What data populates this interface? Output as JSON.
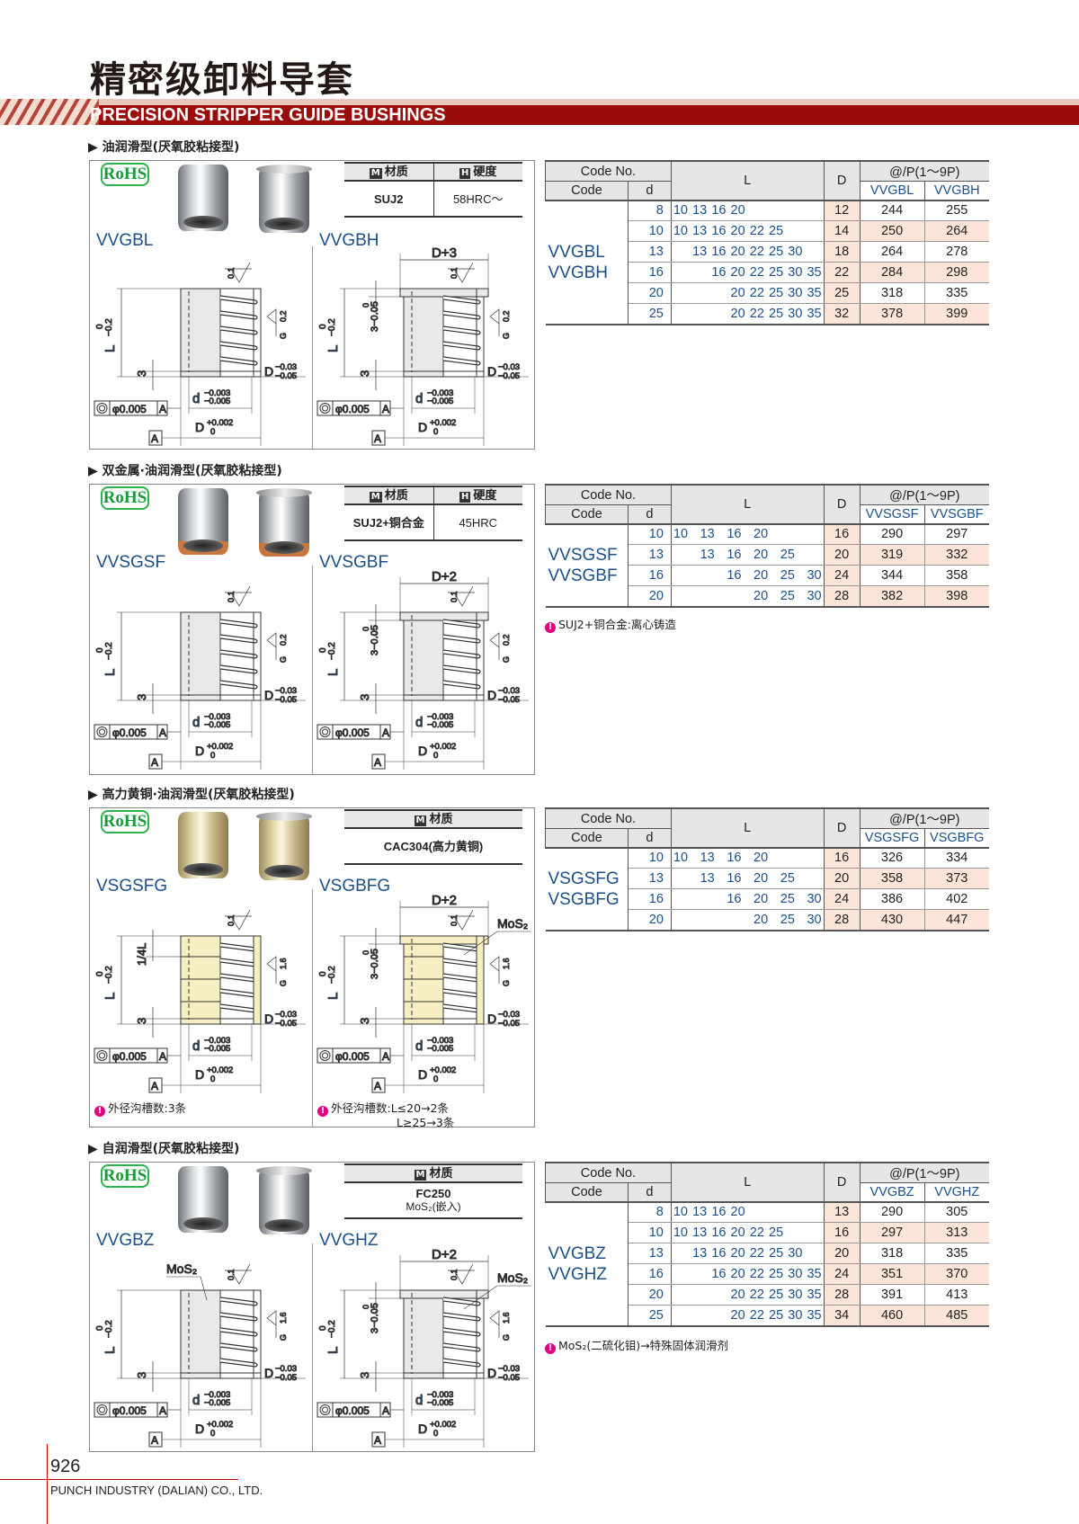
{
  "page": {
    "title_cn": "精密级卸料导套",
    "title_en": "PRECISION STRIPPER GUIDE BUSHINGS",
    "page_number": "926",
    "company": "PUNCH INDUSTRY (DALIAN) CO., LTD."
  },
  "colors": {
    "brand_red": "#9b0c0c",
    "model_blue": "#1c4f87",
    "highlight": "#fbe5d8",
    "rohs_green": "#2bb24c"
  },
  "labels": {
    "rohs": "RoHS",
    "m_tag": "M",
    "h_tag": "H",
    "top_rough": "0.1",
    "g": "G",
    "D": "D",
    "D_tol_u": "−0.03",
    "D_tol_l": "−0.05",
    "d": "d",
    "d_tol_u": "−0.003",
    "d_tol_l": "−0.005",
    "D_bot_u": "+0.002",
    "D_bot_l": "0",
    "conc_value": "φ0.005",
    "datum": "A",
    "L": "L",
    "L_tol_u": "0",
    "L_tol_l": "−0.2",
    "three": "3",
    "flange": "3−0.05",
    "flange_tol": "0",
    "quarter": "1/4L",
    "mos2": "MoS₂"
  },
  "table_headers": {
    "code_no": "Code No.",
    "code": "Code",
    "d": "d",
    "L": "L",
    "D": "D",
    "price": "@/P(1～9P)"
  },
  "sections": [
    {
      "heading": "油润滑型(厌氧胶粘接型)",
      "material": {
        "headers": [
          "材质",
          "硬度"
        ],
        "values": [
          [
            "SUJ2"
          ],
          [
            "58HRC～"
          ]
        ]
      },
      "left": {
        "model": "VVGBL",
        "side_rough": "0.2"
      },
      "right": {
        "model": "VVGBH",
        "top_dim": "D+3",
        "side_rough": "0.2"
      },
      "table": {
        "models": [
          "VVGBL",
          "VVGBH"
        ],
        "rows": [
          {
            "d": "8",
            "L": [
              "10",
              "13",
              "16",
              "20"
            ],
            "D": "12",
            "p": [
              "244",
              "255"
            ]
          },
          {
            "d": "10",
            "L": [
              "10",
              "13",
              "16",
              "20",
              "22",
              "25"
            ],
            "D": "14",
            "p": [
              "250",
              "264"
            ]
          },
          {
            "d": "13",
            "L": [
              "13",
              "16",
              "20",
              "22",
              "25",
              "30"
            ],
            "D": "18",
            "p": [
              "264",
              "278"
            ]
          },
          {
            "d": "16",
            "L": [
              "16",
              "20",
              "22",
              "25",
              "30",
              "35"
            ],
            "D": "22",
            "p": [
              "284",
              "298"
            ]
          },
          {
            "d": "20",
            "L": [
              "20",
              "22",
              "25",
              "30",
              "35"
            ],
            "D": "25",
            "p": [
              "318",
              "335"
            ]
          },
          {
            "d": "25",
            "L": [
              "20",
              "22",
              "25",
              "30",
              "35"
            ],
            "D": "32",
            "p": [
              "378",
              "399"
            ]
          }
        ]
      }
    },
    {
      "heading": "双金属·油润滑型(厌氧胶粘接型)",
      "material": {
        "headers": [
          "材质",
          "硬度"
        ],
        "values": [
          [
            "SUJ2+铜合金"
          ],
          [
            "45HRC"
          ]
        ]
      },
      "left": {
        "model": "VVSGSF",
        "side_rough": "0.2"
      },
      "right": {
        "model": "VVSGBF",
        "top_dim": "D+2",
        "side_rough": "0.2"
      },
      "table": {
        "models": [
          "VVSGSF",
          "VVSGBF"
        ],
        "rows": [
          {
            "d": "10",
            "L": [
              "10",
              "13",
              "16",
              "20"
            ],
            "D": "16",
            "p": [
              "290",
              "297"
            ]
          },
          {
            "d": "13",
            "L": [
              "13",
              "16",
              "20",
              "25"
            ],
            "D": "20",
            "p": [
              "319",
              "332"
            ]
          },
          {
            "d": "16",
            "L": [
              "16",
              "20",
              "25",
              "30"
            ],
            "D": "24",
            "p": [
              "344",
              "358"
            ]
          },
          {
            "d": "20",
            "L": [
              "20",
              "25",
              "30"
            ],
            "D": "28",
            "p": [
              "382",
              "398"
            ]
          }
        ],
        "note": "SUJ2+铜合金:离心铸造"
      }
    },
    {
      "heading": "高力黄铜·油润滑型(厌氧胶粘接型)",
      "material": {
        "headers": [
          "材质"
        ],
        "values": [
          [
            "CAC304(高力黄铜)"
          ]
        ]
      },
      "left": {
        "model": "VSGSFG",
        "side_rough": "1.6",
        "note": "外径沟槽数:3条"
      },
      "right": {
        "model": "VSGBFG",
        "top_dim": "D+2",
        "side_rough": "1.6",
        "note": "外径沟槽数:L≤20→2条",
        "note2": "L≥25→3条"
      },
      "table": {
        "models": [
          "VSGSFG",
          "VSGBFG"
        ],
        "rows": [
          {
            "d": "10",
            "L": [
              "10",
              "13",
              "16",
              "20"
            ],
            "D": "16",
            "p": [
              "326",
              "334"
            ]
          },
          {
            "d": "13",
            "L": [
              "13",
              "16",
              "20",
              "25"
            ],
            "D": "20",
            "p": [
              "358",
              "373"
            ]
          },
          {
            "d": "16",
            "L": [
              "16",
              "20",
              "25",
              "30"
            ],
            "D": "24",
            "p": [
              "386",
              "402"
            ]
          },
          {
            "d": "20",
            "L": [
              "20",
              "25",
              "30"
            ],
            "D": "28",
            "p": [
              "430",
              "447"
            ]
          }
        ]
      }
    },
    {
      "heading": "自润滑型(厌氧胶粘接型)",
      "material": {
        "headers": [
          "材质"
        ],
        "values": [
          [
            "FC250",
            "MoS₂(嵌入)"
          ]
        ]
      },
      "left": {
        "model": "VVGBZ",
        "side_rough": "1.6"
      },
      "right": {
        "model": "VVGHZ",
        "top_dim": "D+2",
        "side_rough": "1.6"
      },
      "table": {
        "models": [
          "VVGBZ",
          "VVGHZ"
        ],
        "rows": [
          {
            "d": "8",
            "L": [
              "10",
              "13",
              "16",
              "20"
            ],
            "D": "13",
            "p": [
              "290",
              "305"
            ]
          },
          {
            "d": "10",
            "L": [
              "10",
              "13",
              "16",
              "20",
              "22",
              "25"
            ],
            "D": "16",
            "p": [
              "297",
              "313"
            ]
          },
          {
            "d": "13",
            "L": [
              "13",
              "16",
              "20",
              "22",
              "25",
              "30"
            ],
            "D": "20",
            "p": [
              "318",
              "335"
            ]
          },
          {
            "d": "16",
            "L": [
              "16",
              "20",
              "22",
              "25",
              "30",
              "35"
            ],
            "D": "24",
            "p": [
              "351",
              "370"
            ]
          },
          {
            "d": "20",
            "L": [
              "20",
              "22",
              "25",
              "30",
              "35"
            ],
            "D": "28",
            "p": [
              "391",
              "413"
            ]
          },
          {
            "d": "25",
            "L": [
              "20",
              "22",
              "25",
              "30",
              "35"
            ],
            "D": "34",
            "p": [
              "460",
              "485"
            ]
          }
        ],
        "note": "MoS₂(二硫化钼)→特殊固体润滑剂"
      }
    }
  ]
}
